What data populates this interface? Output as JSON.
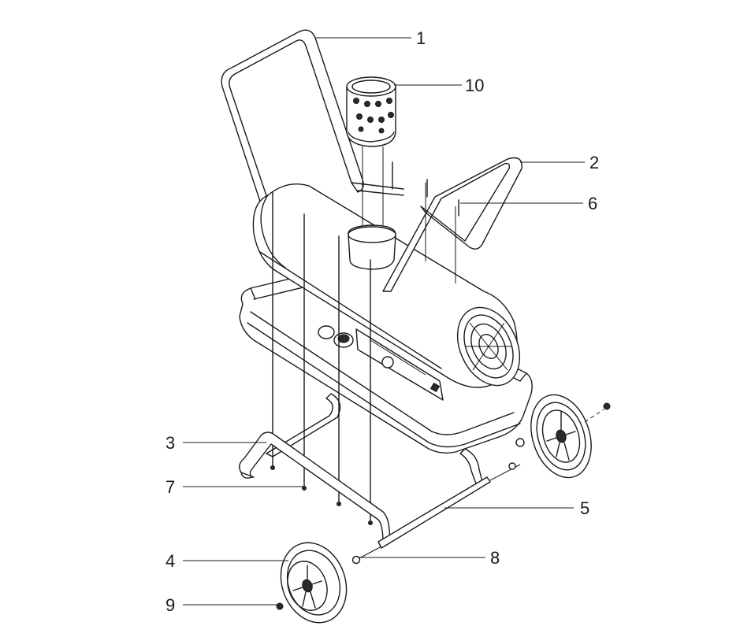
{
  "diagram": {
    "callouts": [
      {
        "id": "callout-1",
        "label": "1"
      },
      {
        "id": "callout-2",
        "label": "2"
      },
      {
        "id": "callout-3",
        "label": "3"
      },
      {
        "id": "callout-4",
        "label": "4"
      },
      {
        "id": "callout-5",
        "label": "5"
      },
      {
        "id": "callout-6",
        "label": "6"
      },
      {
        "id": "callout-7",
        "label": "7"
      },
      {
        "id": "callout-8",
        "label": "8"
      },
      {
        "id": "callout-9",
        "label": "9"
      },
      {
        "id": "callout-10",
        "label": "10"
      }
    ]
  }
}
